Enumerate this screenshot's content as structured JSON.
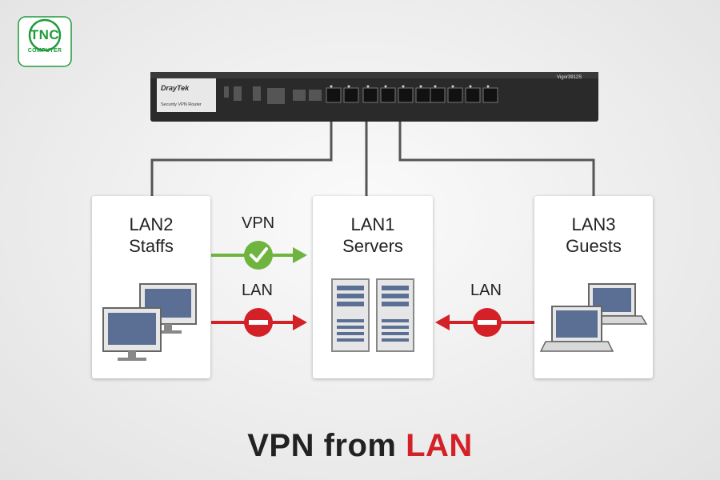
{
  "logo": {
    "main": "TNC",
    "sub": "COMPUTER",
    "color": "#1f9a3c"
  },
  "router": {
    "brand": "DrayTek",
    "caption": "Security VPN Router",
    "model": "Vigor3912S"
  },
  "nodes": {
    "lan2": {
      "line1": "LAN2",
      "line2": "Staffs",
      "icon": "desktop-computers-icon"
    },
    "lan1": {
      "line1": "LAN1",
      "line2": "Servers",
      "icon": "server-towers-icon"
    },
    "lan3": {
      "line1": "LAN3",
      "line2": "Guests",
      "icon": "laptops-icon"
    }
  },
  "links": {
    "vpn": {
      "label": "VPN",
      "status": "allowed",
      "color": "#6fb43f"
    },
    "lan_left": {
      "label": "LAN",
      "status": "blocked",
      "color": "#d42027"
    },
    "lan_right": {
      "label": "LAN",
      "status": "blocked",
      "color": "#d42027"
    }
  },
  "headline": {
    "part1": "VPN from ",
    "part2": "LAN"
  }
}
